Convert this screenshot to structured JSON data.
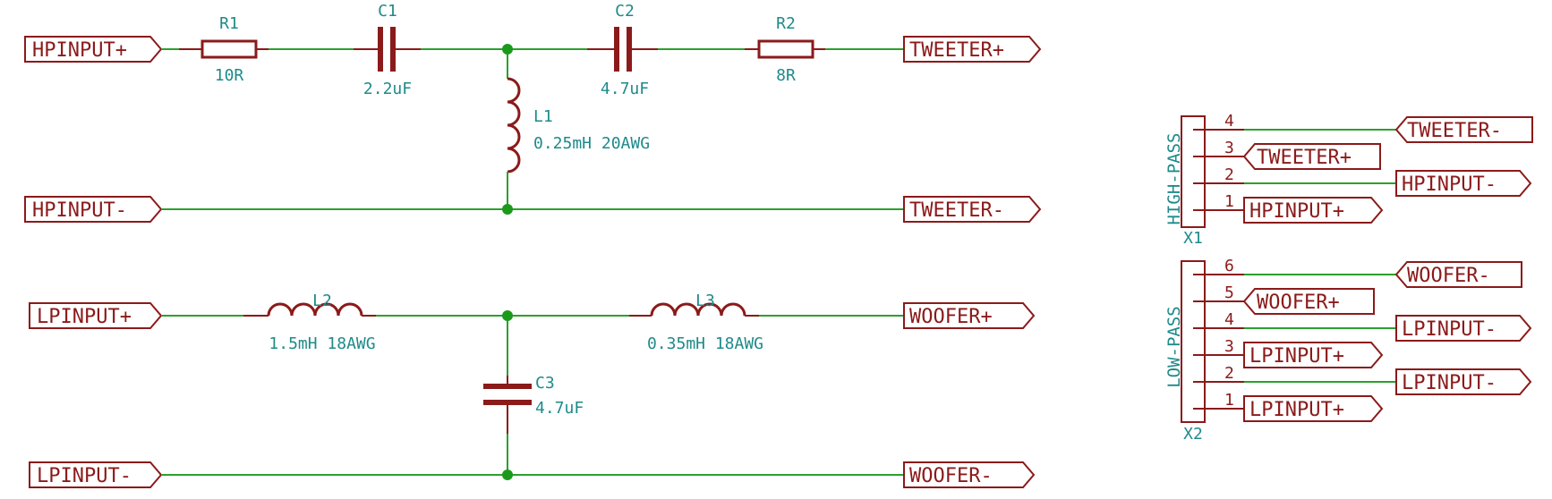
{
  "components": {
    "R1": {
      "ref": "R1",
      "value": "10R"
    },
    "C1": {
      "ref": "C1",
      "value": "2.2uF"
    },
    "C2": {
      "ref": "C2",
      "value": "4.7uF"
    },
    "R2": {
      "ref": "R2",
      "value": "8R"
    },
    "L1": {
      "ref": "L1",
      "value": "0.25mH 20AWG"
    },
    "L2": {
      "ref": "L2",
      "value": "1.5mH 18AWG"
    },
    "L3": {
      "ref": "L3",
      "value": "0.35mH 18AWG"
    },
    "C3": {
      "ref": "C3",
      "value": "4.7uF"
    },
    "X1": {
      "ref": "X1",
      "value": "HIGH-PASS"
    },
    "X2": {
      "ref": "X2",
      "value": "LOW-PASS"
    }
  },
  "ports": {
    "hp_in_plus": "HPINPUT+",
    "hp_in_minus": "HPINPUT-",
    "tw_plus": "TWEETER+",
    "tw_minus": "TWEETER-",
    "lp_in_plus": "LPINPUT+",
    "lp_in_minus": "LPINPUT-",
    "wf_plus": "WOOFER+",
    "wf_minus": "WOOFER-"
  },
  "x1_pins": [
    {
      "num": "4",
      "label": "TWEETER-"
    },
    {
      "num": "3",
      "label": "TWEETER+"
    },
    {
      "num": "2",
      "label": "HPINPUT-"
    },
    {
      "num": "1",
      "label": "HPINPUT+"
    }
  ],
  "x2_pins": [
    {
      "num": "6",
      "label": "WOOFER-"
    },
    {
      "num": "5",
      "label": "WOOFER+"
    },
    {
      "num": "4",
      "label": "LPINPUT-"
    },
    {
      "num": "3",
      "label": "LPINPUT+"
    },
    {
      "num": "2",
      "label": "LPINPUT-"
    },
    {
      "num": "1",
      "label": "LPINPUT+"
    }
  ],
  "colors": {
    "wire": "#2ca02c",
    "component": "#8b1a1a",
    "reference": "#1f8a8a",
    "junction": "#1a9a1a"
  }
}
